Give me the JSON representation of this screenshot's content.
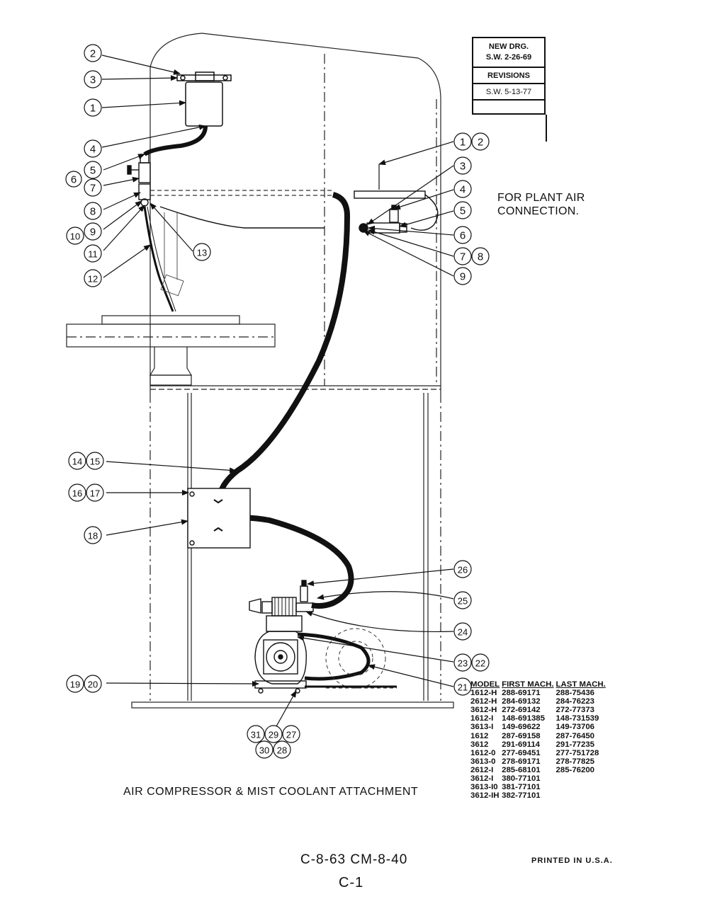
{
  "revision_block": {
    "title_line1": "NEW DRG.",
    "title_line2": "S.W. 2-26-69",
    "revisions_label": "REVISIONS",
    "revision_1": "S.W. 5-13-77",
    "revision_2": ""
  },
  "plant_air_note": {
    "line1": "FOR PLANT AIR",
    "line2": "CONNECTION."
  },
  "caption": "AIR COMPRESSOR & MIST COOLANT ATTACHMENT",
  "callouts": {
    "c1": "1",
    "c2": "2",
    "c3": "3",
    "c4": "4",
    "c5": "5",
    "c6": "6",
    "c7": "7",
    "c8": "8",
    "c9": "9",
    "c10": "10",
    "c11": "11",
    "c12": "12",
    "c13": "13",
    "c14": "14",
    "c15": "15",
    "c16": "16",
    "c17": "17",
    "c18": "18",
    "c19": "19",
    "c20": "20",
    "c21": "21",
    "c22": "22",
    "c23": "23",
    "c24": "24",
    "c25": "25",
    "c26": "26",
    "c27": "27",
    "c28": "28",
    "c29": "29",
    "c30": "30",
    "c31": "31"
  },
  "model_table": {
    "headers": [
      "MODEL",
      "FIRST MACH.",
      "LAST MACH."
    ],
    "rows": [
      [
        "1612-H",
        "288-69171",
        "288-75436"
      ],
      [
        "2612-H",
        "284-69132",
        "284-76223"
      ],
      [
        "3612-H",
        "272-69142",
        "272-77373"
      ],
      [
        "1612-I",
        "148-691385",
        "148-731539"
      ],
      [
        "3613-I",
        "149-69622",
        "149-73706"
      ],
      [
        "1612",
        "287-69158",
        "287-76450"
      ],
      [
        "3612",
        "291-69114",
        "291-77235"
      ],
      [
        "1612-0",
        "277-69451",
        "277-751728"
      ],
      [
        "3613-0",
        "278-69171",
        "278-77825"
      ],
      [
        "2612-I",
        "285-68101",
        "285-76200"
      ],
      [
        "3612-I",
        "380-77101",
        ""
      ],
      [
        "3613-I0",
        "381-77101",
        ""
      ],
      [
        "3612-IH",
        "382-77101",
        ""
      ]
    ]
  },
  "footer": {
    "drawing_codes": "C-8-63 CM-8-40",
    "page_number": "C-1",
    "printed": "PRINTED IN U.S.A."
  }
}
